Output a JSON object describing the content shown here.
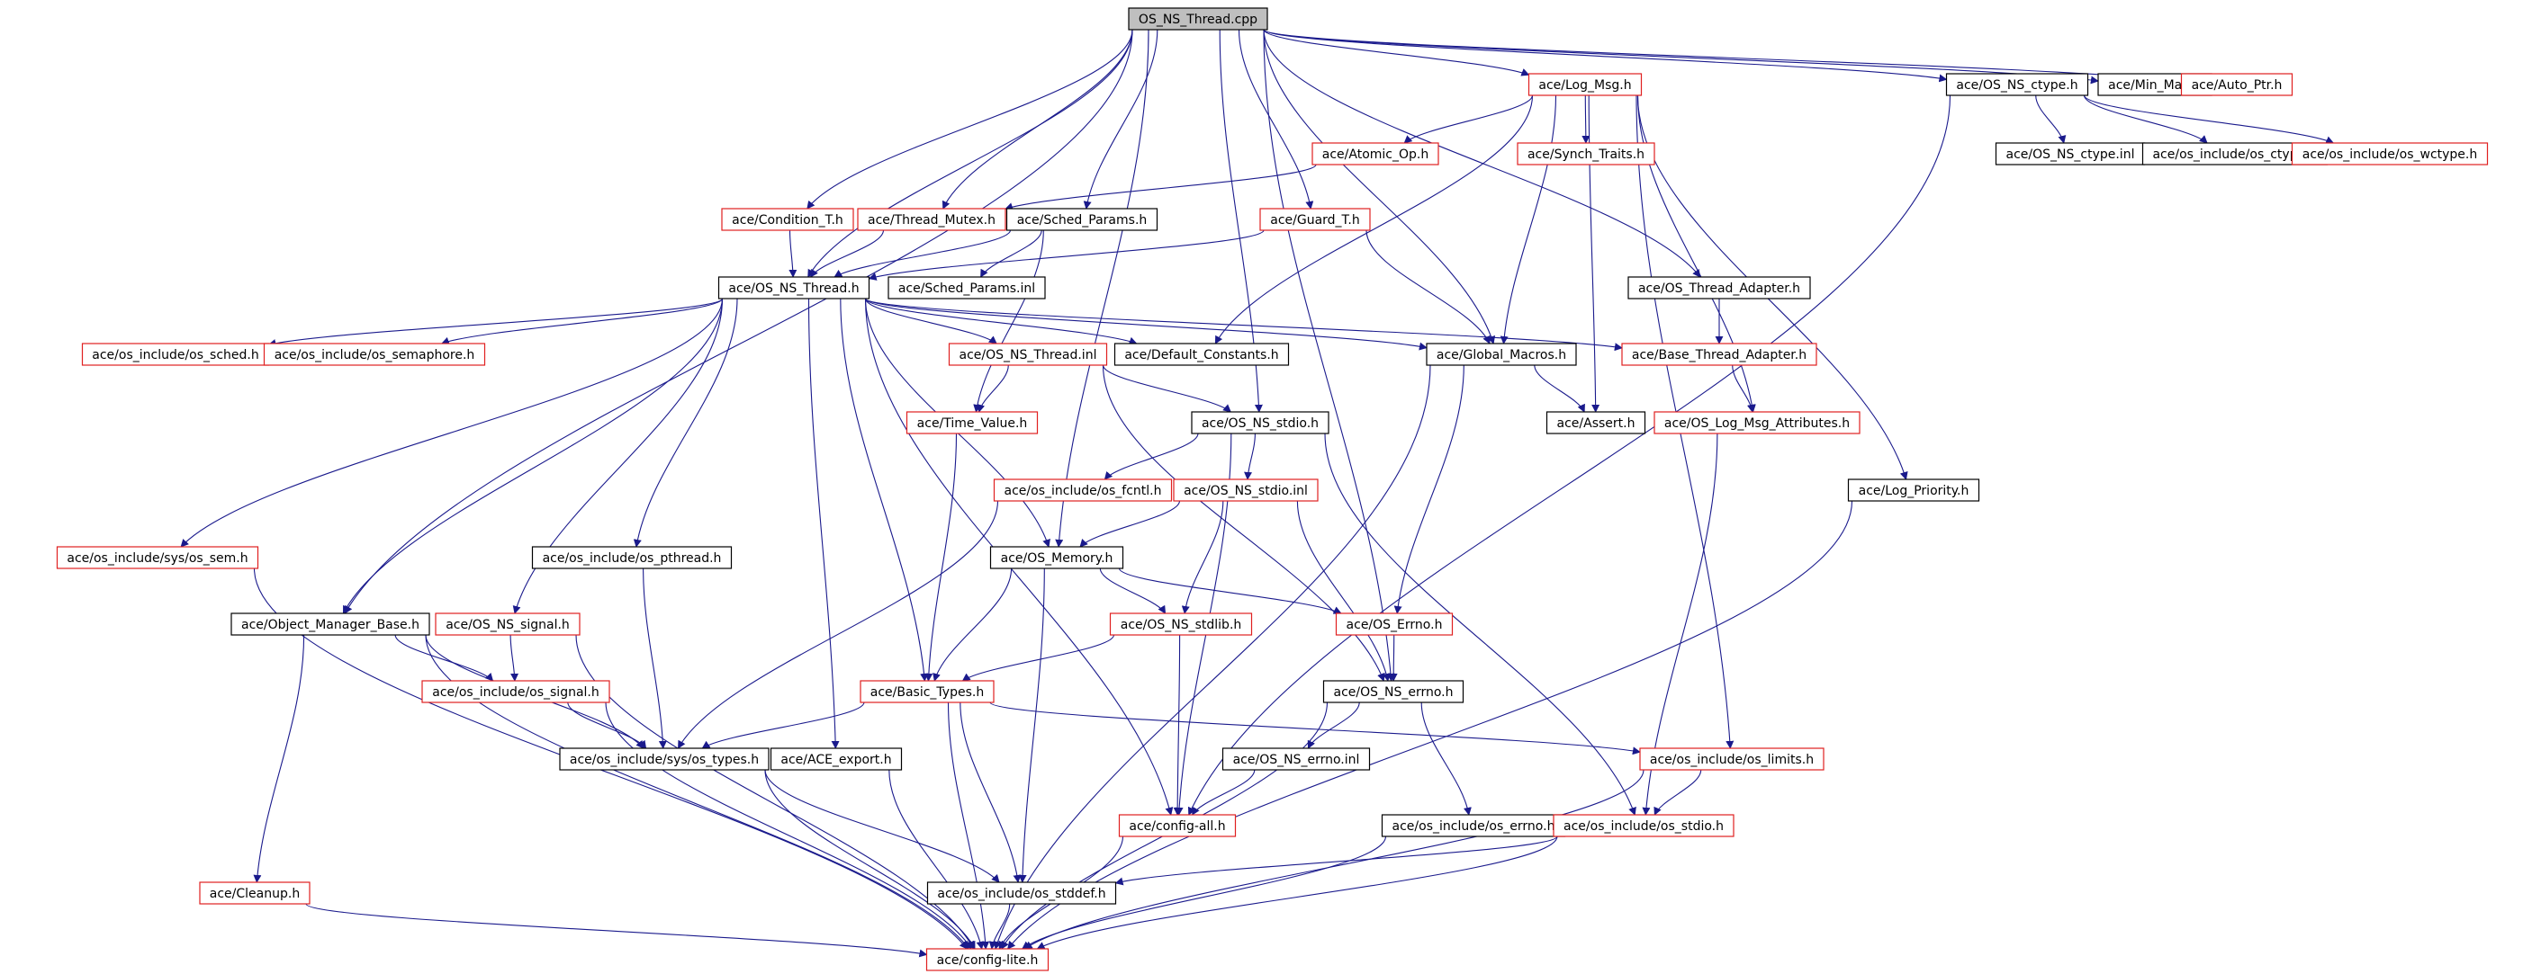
{
  "colors": {
    "edge": "#1a1a8c",
    "root_fill": "#bfbfbf",
    "documented_border": "#000000",
    "undocumented_border": "#e02020",
    "text": "#000000",
    "background": "#ffffff"
  },
  "nodes": [
    {
      "id": "OS_NS_Thread_cpp",
      "label": "OS_NS_Thread.cpp",
      "style": "root"
    },
    {
      "id": "Log_Msg_h",
      "label": "ace/Log_Msg.h",
      "style": "red"
    },
    {
      "id": "OS_NS_ctype_h",
      "label": "ace/OS_NS_ctype.h",
      "style": "black"
    },
    {
      "id": "Min_Max_h",
      "label": "ace/Min_Max.h",
      "style": "black"
    },
    {
      "id": "Auto_Ptr_h",
      "label": "ace/Auto_Ptr.h",
      "style": "red"
    },
    {
      "id": "Atomic_Op_h",
      "label": "ace/Atomic_Op.h",
      "style": "red"
    },
    {
      "id": "Synch_Traits_h",
      "label": "ace/Synch_Traits.h",
      "style": "red"
    },
    {
      "id": "OS_NS_ctype_inl",
      "label": "ace/OS_NS_ctype.inl",
      "style": "black"
    },
    {
      "id": "os_ctype_h",
      "label": "ace/os_include/os_ctype.h",
      "style": "black"
    },
    {
      "id": "os_wctype_h",
      "label": "ace/os_include/os_wctype.h",
      "style": "red"
    },
    {
      "id": "Condition_T_h",
      "label": "ace/Condition_T.h",
      "style": "red"
    },
    {
      "id": "Thread_Mutex_h",
      "label": "ace/Thread_Mutex.h",
      "style": "red"
    },
    {
      "id": "Sched_Params_h",
      "label": "ace/Sched_Params.h",
      "style": "black"
    },
    {
      "id": "Guard_T_h",
      "label": "ace/Guard_T.h",
      "style": "red"
    },
    {
      "id": "OS_NS_Thread_h",
      "label": "ace/OS_NS_Thread.h",
      "style": "black"
    },
    {
      "id": "Sched_Params_inl",
      "label": "ace/Sched_Params.inl",
      "style": "black"
    },
    {
      "id": "OS_Thread_Adapter_h",
      "label": "ace/OS_Thread_Adapter.h",
      "style": "black"
    },
    {
      "id": "os_sched_h",
      "label": "ace/os_include/os_sched.h",
      "style": "red"
    },
    {
      "id": "os_semaphore_h",
      "label": "ace/os_include/os_semaphore.h",
      "style": "red"
    },
    {
      "id": "OS_NS_Thread_inl",
      "label": "ace/OS_NS_Thread.inl",
      "style": "red"
    },
    {
      "id": "Default_Constants_h",
      "label": "ace/Default_Constants.h",
      "style": "black"
    },
    {
      "id": "Global_Macros_h",
      "label": "ace/Global_Macros.h",
      "style": "black"
    },
    {
      "id": "Base_Thread_Adapter_h",
      "label": "ace/Base_Thread_Adapter.h",
      "style": "red"
    },
    {
      "id": "Time_Value_h",
      "label": "ace/Time_Value.h",
      "style": "red"
    },
    {
      "id": "OS_NS_stdio_h",
      "label": "ace/OS_NS_stdio.h",
      "style": "black"
    },
    {
      "id": "Assert_h",
      "label": "ace/Assert.h",
      "style": "black"
    },
    {
      "id": "OS_Log_Msg_Attributes_h",
      "label": "ace/OS_Log_Msg_Attributes.h",
      "style": "red"
    },
    {
      "id": "os_fcntl_h",
      "label": "ace/os_include/os_fcntl.h",
      "style": "red"
    },
    {
      "id": "OS_NS_stdio_inl",
      "label": "ace/OS_NS_stdio.inl",
      "style": "red"
    },
    {
      "id": "Log_Priority_h",
      "label": "ace/Log_Priority.h",
      "style": "black"
    },
    {
      "id": "os_sem_h",
      "label": "ace/os_include/sys/os_sem.h",
      "style": "red"
    },
    {
      "id": "os_pthread_h",
      "label": "ace/os_include/os_pthread.h",
      "style": "black"
    },
    {
      "id": "OS_Memory_h",
      "label": "ace/OS_Memory.h",
      "style": "black"
    },
    {
      "id": "Object_Manager_Base_h",
      "label": "ace/Object_Manager_Base.h",
      "style": "black"
    },
    {
      "id": "OS_NS_signal_h",
      "label": "ace/OS_NS_signal.h",
      "style": "red"
    },
    {
      "id": "OS_NS_stdlib_h",
      "label": "ace/OS_NS_stdlib.h",
      "style": "red"
    },
    {
      "id": "OS_Errno_h",
      "label": "ace/OS_Errno.h",
      "style": "red"
    },
    {
      "id": "os_signal_h",
      "label": "ace/os_include/os_signal.h",
      "style": "red"
    },
    {
      "id": "Basic_Types_h",
      "label": "ace/Basic_Types.h",
      "style": "red"
    },
    {
      "id": "OS_NS_errno_h",
      "label": "ace/OS_NS_errno.h",
      "style": "black"
    },
    {
      "id": "os_types_h",
      "label": "ace/os_include/sys/os_types.h",
      "style": "black"
    },
    {
      "id": "ACE_export_h",
      "label": "ace/ACE_export.h",
      "style": "black"
    },
    {
      "id": "OS_NS_errno_inl",
      "label": "ace/OS_NS_errno.inl",
      "style": "black"
    },
    {
      "id": "os_limits_h",
      "label": "ace/os_include/os_limits.h",
      "style": "red"
    },
    {
      "id": "config_all_h",
      "label": "ace/config-all.h",
      "style": "red"
    },
    {
      "id": "os_errno_h",
      "label": "ace/os_include/os_errno.h",
      "style": "black"
    },
    {
      "id": "os_stdio_h",
      "label": "ace/os_include/os_stdio.h",
      "style": "red"
    },
    {
      "id": "Cleanup_h",
      "label": "ace/Cleanup.h",
      "style": "red"
    },
    {
      "id": "os_stddef_h",
      "label": "ace/os_include/os_stddef.h",
      "style": "black"
    },
    {
      "id": "config_lite_h",
      "label": "ace/config-lite.h",
      "style": "red"
    }
  ],
  "edges": [
    [
      "OS_NS_Thread_cpp",
      "Log_Msg_h"
    ],
    [
      "OS_NS_Thread_cpp",
      "OS_NS_ctype_h"
    ],
    [
      "OS_NS_Thread_cpp",
      "Min_Max_h"
    ],
    [
      "OS_NS_Thread_cpp",
      "Auto_Ptr_h"
    ],
    [
      "OS_NS_Thread_cpp",
      "Condition_T_h"
    ],
    [
      "OS_NS_Thread_cpp",
      "Thread_Mutex_h"
    ],
    [
      "OS_NS_Thread_cpp",
      "Sched_Params_h"
    ],
    [
      "OS_NS_Thread_cpp",
      "Guard_T_h"
    ],
    [
      "OS_NS_Thread_cpp",
      "OS_NS_Thread_h"
    ],
    [
      "OS_NS_Thread_cpp",
      "OS_Thread_Adapter_h"
    ],
    [
      "OS_NS_Thread_cpp",
      "OS_NS_stdio_h"
    ],
    [
      "OS_NS_Thread_cpp",
      "Object_Manager_Base_h"
    ],
    [
      "OS_NS_Thread_cpp",
      "OS_NS_errno_h"
    ],
    [
      "OS_NS_Thread_cpp",
      "OS_Memory_h"
    ],
    [
      "OS_NS_Thread_cpp",
      "Global_Macros_h"
    ],
    [
      "Log_Msg_h",
      "Atomic_Op_h"
    ],
    [
      "Log_Msg_h",
      "Synch_Traits_h"
    ],
    [
      "Log_Msg_h",
      "Default_Constants_h"
    ],
    [
      "Log_Msg_h",
      "Global_Macros_h"
    ],
    [
      "Log_Msg_h",
      "Assert_h"
    ],
    [
      "Log_Msg_h",
      "OS_Log_Msg_Attributes_h"
    ],
    [
      "Log_Msg_h",
      "Log_Priority_h"
    ],
    [
      "Log_Msg_h",
      "os_limits_h"
    ],
    [
      "Atomic_Op_h",
      "Thread_Mutex_h"
    ],
    [
      "OS_NS_ctype_h",
      "OS_NS_ctype_inl"
    ],
    [
      "OS_NS_ctype_h",
      "os_ctype_h"
    ],
    [
      "OS_NS_ctype_h",
      "os_wctype_h"
    ],
    [
      "OS_NS_ctype_h",
      "config_all_h"
    ],
    [
      "Condition_T_h",
      "OS_NS_Thread_h"
    ],
    [
      "Thread_Mutex_h",
      "OS_NS_Thread_h"
    ],
    [
      "Sched_Params_h",
      "OS_NS_Thread_h"
    ],
    [
      "Sched_Params_h",
      "Sched_Params_inl"
    ],
    [
      "Sched_Params_h",
      "Time_Value_h"
    ],
    [
      "Guard_T_h",
      "OS_NS_Thread_h"
    ],
    [
      "Guard_T_h",
      "Global_Macros_h"
    ],
    [
      "OS_Thread_Adapter_h",
      "Base_Thread_Adapter_h"
    ],
    [
      "OS_NS_Thread_h",
      "os_sched_h"
    ],
    [
      "OS_NS_Thread_h",
      "os_semaphore_h"
    ],
    [
      "OS_NS_Thread_h",
      "OS_NS_Thread_inl"
    ],
    [
      "OS_NS_Thread_h",
      "Default_Constants_h"
    ],
    [
      "OS_NS_Thread_h",
      "Global_Macros_h"
    ],
    [
      "OS_NS_Thread_h",
      "Base_Thread_Adapter_h"
    ],
    [
      "OS_NS_Thread_h",
      "os_sem_h"
    ],
    [
      "OS_NS_Thread_h",
      "os_pthread_h"
    ],
    [
      "OS_NS_Thread_h",
      "OS_Memory_h"
    ],
    [
      "OS_NS_Thread_h",
      "Object_Manager_Base_h"
    ],
    [
      "OS_NS_Thread_h",
      "OS_NS_signal_h"
    ],
    [
      "OS_NS_Thread_h",
      "Basic_Types_h"
    ],
    [
      "OS_NS_Thread_h",
      "ACE_export_h"
    ],
    [
      "OS_NS_Thread_h",
      "config_all_h"
    ],
    [
      "OS_NS_Thread_inl",
      "Time_Value_h"
    ],
    [
      "OS_NS_Thread_inl",
      "OS_NS_stdio_h"
    ],
    [
      "OS_NS_Thread_inl",
      "OS_NS_errno_h"
    ],
    [
      "Global_Macros_h",
      "Assert_h"
    ],
    [
      "Global_Macros_h",
      "OS_Errno_h"
    ],
    [
      "Global_Macros_h",
      "config_lite_h"
    ],
    [
      "Base_Thread_Adapter_h",
      "OS_Log_Msg_Attributes_h"
    ],
    [
      "OS_Log_Msg_Attributes_h",
      "os_stdio_h"
    ],
    [
      "Time_Value_h",
      "Basic_Types_h"
    ],
    [
      "OS_NS_stdio_h",
      "os_fcntl_h"
    ],
    [
      "OS_NS_stdio_h",
      "OS_NS_stdio_inl"
    ],
    [
      "OS_NS_stdio_h",
      "config_all_h"
    ],
    [
      "OS_NS_stdio_h",
      "os_stdio_h"
    ],
    [
      "os_fcntl_h",
      "os_types_h"
    ],
    [
      "OS_NS_stdio_inl",
      "OS_Memory_h"
    ],
    [
      "OS_NS_stdio_inl",
      "OS_NS_stdlib_h"
    ],
    [
      "OS_NS_stdio_inl",
      "OS_NS_errno_h"
    ],
    [
      "Log_Priority_h",
      "config_lite_h"
    ],
    [
      "os_sem_h",
      "config_lite_h"
    ],
    [
      "os_pthread_h",
      "os_types_h"
    ],
    [
      "OS_Memory_h",
      "OS_NS_stdlib_h"
    ],
    [
      "OS_Memory_h",
      "OS_Errno_h"
    ],
    [
      "OS_Memory_h",
      "Basic_Types_h"
    ],
    [
      "OS_Memory_h",
      "os_stddef_h"
    ],
    [
      "Object_Manager_Base_h",
      "os_signal_h"
    ],
    [
      "Object_Manager_Base_h",
      "os_types_h"
    ],
    [
      "Object_Manager_Base_h",
      "Cleanup_h"
    ],
    [
      "Object_Manager_Base_h",
      "config_lite_h"
    ],
    [
      "OS_NS_signal_h",
      "os_signal_h"
    ],
    [
      "OS_NS_signal_h",
      "config_lite_h"
    ],
    [
      "os_signal_h",
      "os_types_h"
    ],
    [
      "os_signal_h",
      "config_lite_h"
    ],
    [
      "OS_NS_stdlib_h",
      "Basic_Types_h"
    ],
    [
      "OS_NS_stdlib_h",
      "config_all_h"
    ],
    [
      "OS_Errno_h",
      "OS_NS_errno_h"
    ],
    [
      "Basic_Types_h",
      "os_types_h"
    ],
    [
      "Basic_Types_h",
      "os_limits_h"
    ],
    [
      "Basic_Types_h",
      "os_stddef_h"
    ],
    [
      "Basic_Types_h",
      "config_lite_h"
    ],
    [
      "OS_NS_errno_h",
      "OS_NS_errno_inl"
    ],
    [
      "OS_NS_errno_h",
      "os_errno_h"
    ],
    [
      "OS_NS_errno_h",
      "config_lite_h"
    ],
    [
      "OS_NS_errno_inl",
      "config_all_h"
    ],
    [
      "os_types_h",
      "os_stddef_h"
    ],
    [
      "os_types_h",
      "config_lite_h"
    ],
    [
      "ACE_export_h",
      "config_lite_h"
    ],
    [
      "os_limits_h",
      "os_stdio_h"
    ],
    [
      "os_limits_h",
      "config_lite_h"
    ],
    [
      "config_all_h",
      "config_lite_h"
    ],
    [
      "os_errno_h",
      "config_lite_h"
    ],
    [
      "os_stdio_h",
      "os_stddef_h"
    ],
    [
      "os_stdio_h",
      "config_lite_h"
    ],
    [
      "Cleanup_h",
      "config_lite_h"
    ],
    [
      "os_stddef_h",
      "config_lite_h"
    ]
  ]
}
